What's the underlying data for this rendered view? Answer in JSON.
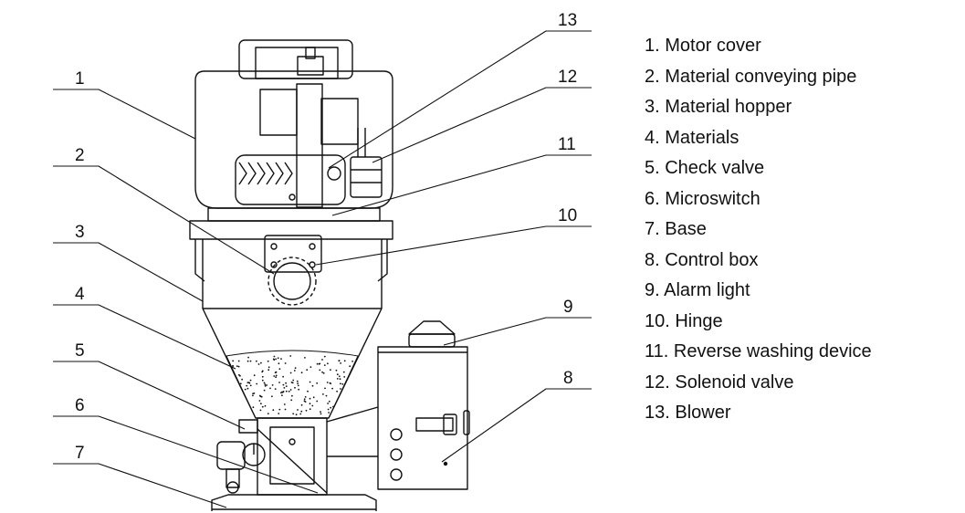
{
  "callouts": [
    {
      "num": "1"
    },
    {
      "num": "2"
    },
    {
      "num": "3"
    },
    {
      "num": "4"
    },
    {
      "num": "5"
    },
    {
      "num": "6"
    },
    {
      "num": "7"
    },
    {
      "num": "8"
    },
    {
      "num": "9"
    },
    {
      "num": "10"
    },
    {
      "num": "11"
    },
    {
      "num": "12"
    },
    {
      "num": "13"
    }
  ],
  "legend": [
    "1. Motor cover",
    "2. Material conveying pipe",
    "3. Material hopper",
    "4. Materials",
    "5. Check valve",
    "6. Microswitch",
    "7. Base",
    "8. Control box",
    "9. Alarm light",
    "10. Hinge",
    "11. Reverse washing device",
    "12. Solenoid valve",
    "13. Blower"
  ],
  "colors": {
    "line": "#111111",
    "background": "#ffffff"
  }
}
